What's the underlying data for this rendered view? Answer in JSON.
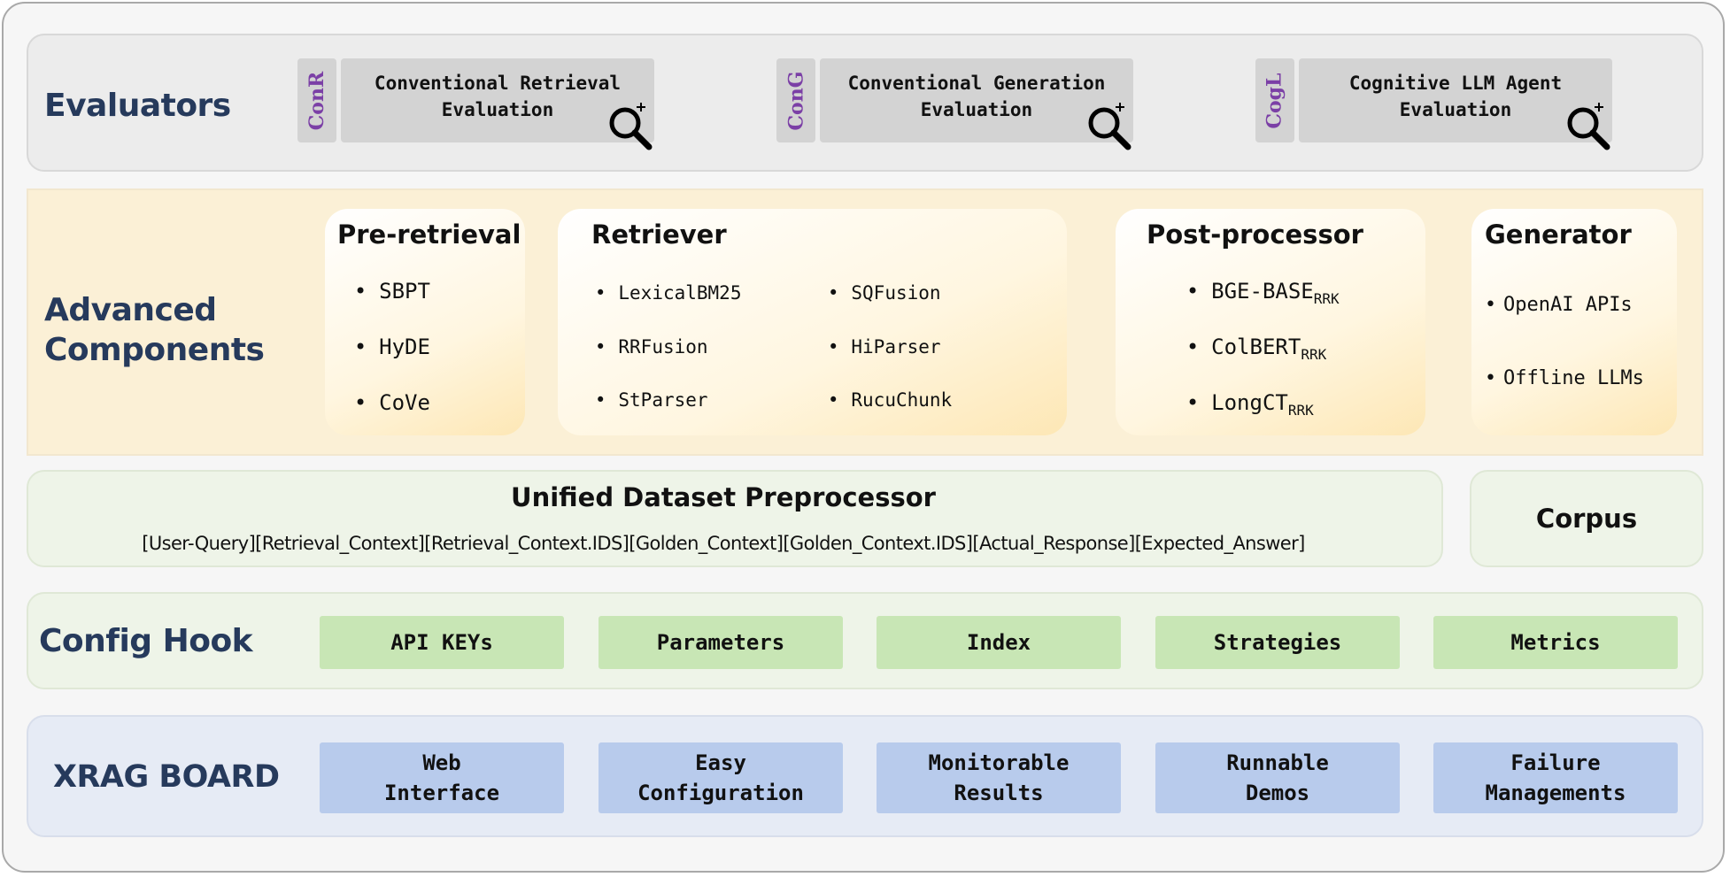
{
  "evaluators": {
    "label": "Evaluators",
    "items": [
      {
        "tag": "ConR",
        "text": "Conventional Retrieval\nEvaluation"
      },
      {
        "tag": "ConG",
        "text": "Conventional Generation\nEvaluation"
      },
      {
        "tag": "CogL",
        "text": "Cognitive LLM Agent\nEvaluation"
      }
    ]
  },
  "advanced": {
    "label_line1": "Advanced",
    "label_line2": "Components",
    "pre_retrieval": {
      "title": "Pre-retrieval",
      "items": [
        "SBPT",
        "HyDE",
        "CoVe"
      ]
    },
    "retriever": {
      "title": "Retriever",
      "left": [
        "LexicalBM25",
        "RRFusion",
        "StParser"
      ],
      "right": [
        "SQFusion",
        "HiParser",
        "RucuChunk"
      ]
    },
    "post_processor": {
      "title": "Post-processor",
      "items": [
        {
          "main": "BGE-BASE",
          "sub": "RRK"
        },
        {
          "main": "ColBERT",
          "sub": "RRK"
        },
        {
          "main": "LongCT",
          "sub": "RRK"
        }
      ]
    },
    "generator": {
      "title": "Generator",
      "items": [
        "OpenAI APIs",
        "Offline LLMs"
      ]
    }
  },
  "preprocessor": {
    "title": "Unified Dataset Preprocessor",
    "fields": "[User-Query][Retrieval_Context][Retrieval_Context.IDS][Golden_Context][Golden_Context.IDS][Actual_Response][Expected_Answer]",
    "corpus": "Corpus"
  },
  "config_hook": {
    "label": "Config Hook",
    "items": [
      "API KEYs",
      "Parameters",
      "Index",
      "Strategies",
      "Metrics"
    ]
  },
  "xrag_board": {
    "label": "XRAG BOARD",
    "items": [
      "Web\nInterface",
      "Easy\nConfiguration",
      "Monitorable\nResults",
      "Runnable\nDemos",
      "Failure\nManagements"
    ]
  },
  "colors": {
    "label_text": "#263a5c",
    "tag_text": "#7b3fa6",
    "evaluator_box": "#d3d3d3",
    "advanced_band": "#fbf0d6",
    "config_box": "#c8e6b5",
    "xrag_box": "#b8cbec"
  }
}
